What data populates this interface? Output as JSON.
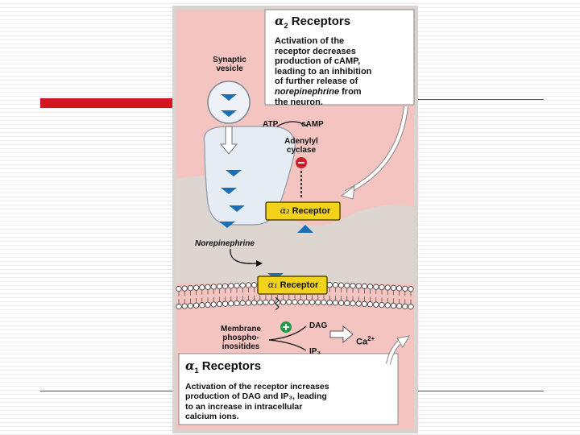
{
  "slide": {
    "accent_color": "#d3151f",
    "rule_color": "#c9303a"
  },
  "diagram": {
    "alpha2": {
      "symbol": "α",
      "subscript": "2",
      "title": "Receptors",
      "text_lines": [
        "Activation of the",
        "receptor decreases",
        "production of cAMP,",
        "leading to an inhibition",
        "of further release of",
        "norepinephrine from",
        "the neuron."
      ],
      "italic_prefix": "norepinephrine",
      "plain_suffix": " from"
    },
    "alpha1": {
      "symbol": "α",
      "subscript": "1",
      "title": "Receptors",
      "text_lines": [
        "Activation of the receptor increases",
        "production of DAG and IP₃, leading",
        "to an increase in intracellular",
        "calcium ions."
      ]
    },
    "labels": {
      "synaptic_vesicle_1": "Synaptic",
      "synaptic_vesicle_2": "vesicle",
      "atp": "ATP",
      "camp": "cAMP",
      "adenylyl_1": "Adenylyl",
      "adenylyl_2": "cyclase",
      "alpha2_receptor": "Receptor",
      "alpha2_receptor_prefix": "α₂",
      "norepinephrine": "Norepinephrine",
      "alpha1_receptor": "Receptor",
      "alpha1_receptor_prefix": "α₁",
      "membrane_1": "Membrane",
      "membrane_2": "phospho-",
      "membrane_3": "inositides",
      "dag": "DAG",
      "ip3": "IP₃",
      "ca": "Ca",
      "ca_charge": "2+",
      "minus": "−",
      "plus": "+"
    },
    "colors": {
      "pink": "#f3c4c0",
      "gray": "#d9d4cf",
      "neuron_fill": "#dfe6ef",
      "receptor_yellow": "#f2d21b",
      "nt_blue": "#1b6fb7",
      "minus_red": "#c8202a",
      "plus_green": "#1e9a44"
    }
  }
}
